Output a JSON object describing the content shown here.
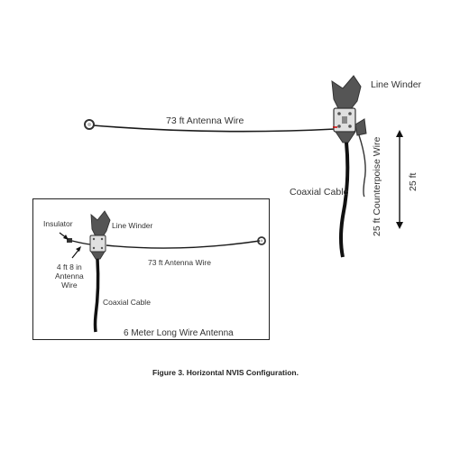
{
  "main_diagram": {
    "line_winder_label": "Line Winder",
    "antenna_wire_label": "73 ft Antenna Wire",
    "counterpoise_label": "25 ft Counterpoise Wire",
    "coaxial_label": "Coaxial Cable",
    "height_label": "25 ft"
  },
  "inset": {
    "insulator_label": "Insulator",
    "line_winder_label": "Line Winder",
    "antenna_wire_label": "73 ft Antenna Wire",
    "short_wire_label_lines": [
      "4 ft 8 in",
      "Antenna",
      "Wire"
    ],
    "coaxial_label": "Coaxial Cable",
    "title": "6 Meter Long Wire Antenna"
  },
  "caption": "Figure 3. Horizontal NVIS Configuration."
}
